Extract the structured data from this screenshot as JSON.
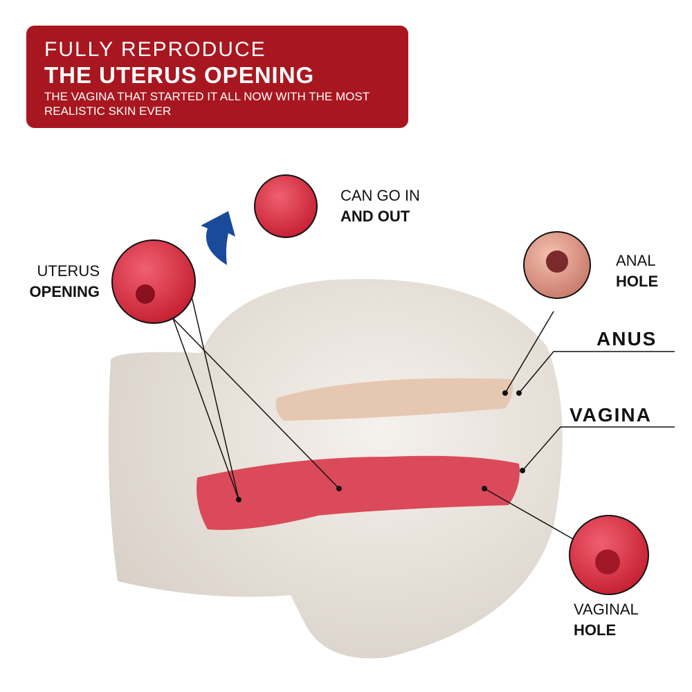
{
  "banner": {
    "line1": "FULLY REPRODUCE",
    "line2": "THE UTERUS OPENING",
    "line3": "THE VAGINA THAT STARTED IT ALL NOW WITH THE MOST REALISTIC SKIN EVER"
  },
  "labels": {
    "can_go_1": "CAN GO IN",
    "can_go_2": "AND OUT",
    "uterus_1": "UTERUS",
    "uterus_2": "OPENING",
    "anal_1": "ANAL",
    "anal_2": "HOLE",
    "anus": "ANUS",
    "vagina": "VAGINA",
    "vaginal_1": "VAGINAL",
    "vaginal_2": "HOLE"
  },
  "colors": {
    "banner": "#a8171f",
    "body": "#ece6df",
    "accent": "#d93a48",
    "arrow": "#1a4a9a"
  }
}
